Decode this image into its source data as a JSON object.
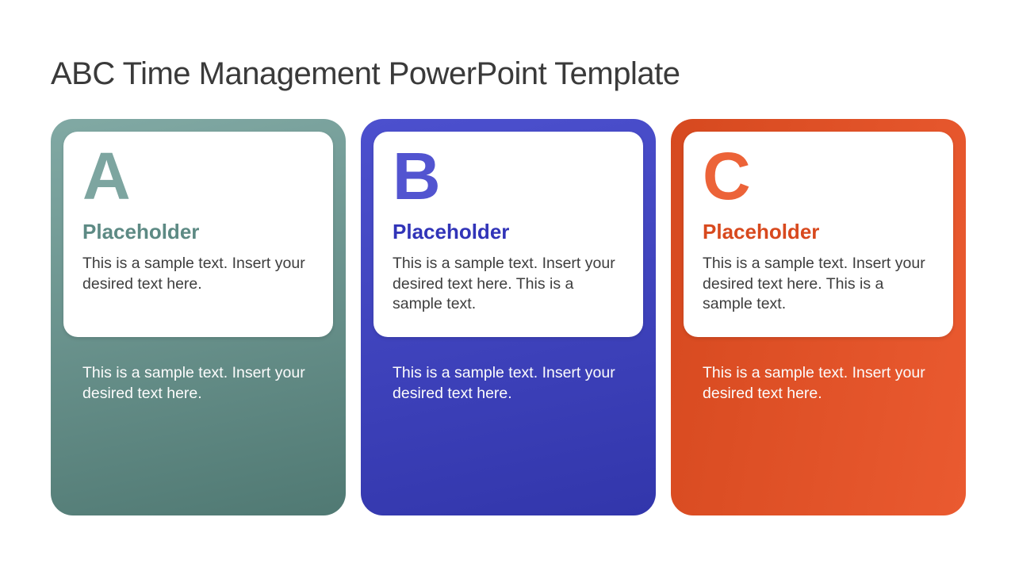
{
  "slide": {
    "title": "ABC Time Management PowerPoint Template",
    "background_color": "#ffffff",
    "title_color": "#3a3a3a"
  },
  "cards": [
    {
      "id": "A",
      "letter": "A",
      "heading": "Placeholder",
      "body": "This is a sample text. Insert your desired text here.",
      "footer": "This is a sample text. Insert your desired text here.",
      "colors": {
        "letter": "#7da5a0",
        "heading": "#5d8a84",
        "gradient_start": "#81a9a4",
        "gradient_end": "#507973",
        "footer_text": "#fcfcfc",
        "body_text": "#3e3e3e"
      }
    },
    {
      "id": "B",
      "letter": "B",
      "heading": "Placeholder",
      "body": "This is a sample text. Insert your desired text here. This is a sample text.",
      "footer": "This is a sample text. Insert your desired text here.",
      "colors": {
        "letter": "#5254d0",
        "heading": "#3134b8",
        "gradient_start": "#4c50ce",
        "gradient_end": "#3236ab",
        "footer_text": "#fcfcfc",
        "body_text": "#3e3e3e"
      }
    },
    {
      "id": "C",
      "letter": "C",
      "heading": "Placeholder",
      "body": "This is a sample text. Insert your desired text here. This is a sample text.",
      "footer": "This is a sample text. Insert your desired text here.",
      "colors": {
        "letter": "#ec6338",
        "heading": "#d8491e",
        "gradient_start": "#d6491f",
        "gradient_end": "#ea5a30",
        "footer_text": "#fcfcfc",
        "body_text": "#3e3e3e"
      }
    }
  ]
}
